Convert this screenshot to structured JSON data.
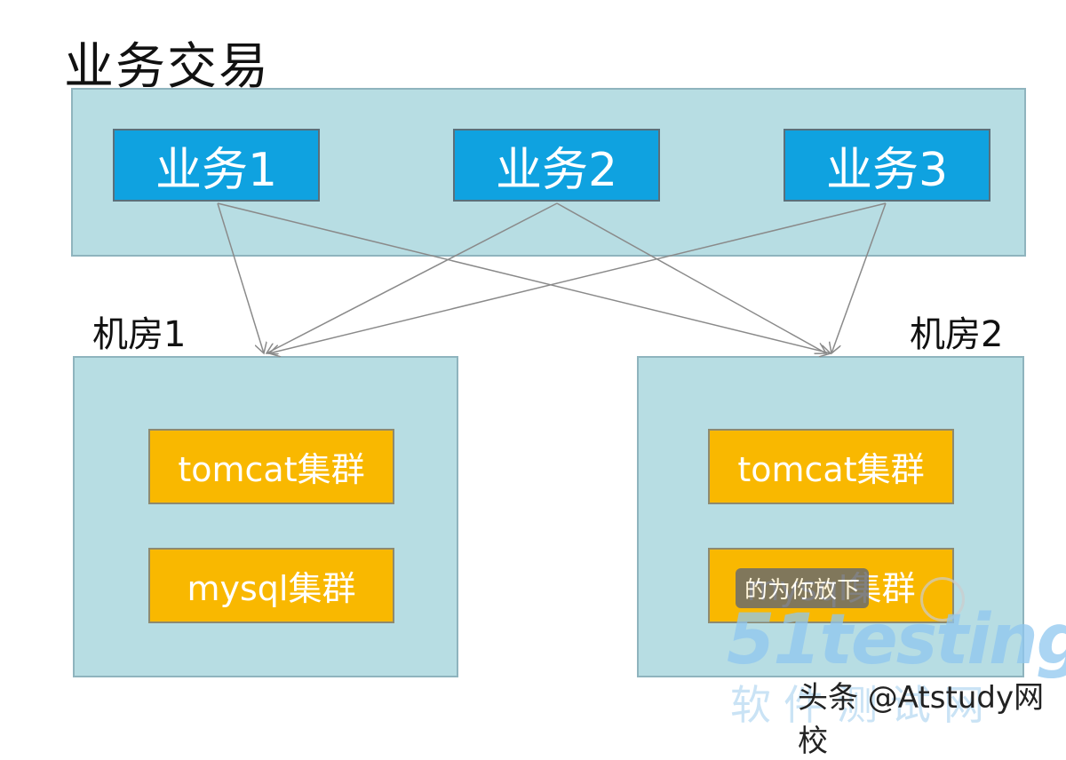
{
  "title": "业务交易",
  "businesses": [
    "业务1",
    "业务2",
    "业务3"
  ],
  "rooms": [
    {
      "label": "机房1",
      "clusters": [
        "tomcat集群",
        "mysql集群"
      ]
    },
    {
      "label": "机房2",
      "clusters": [
        "tomcat集群",
        "mysql集群"
      ]
    }
  ],
  "watermark": {
    "logo": "51testing",
    "subtitle": "软件测试网",
    "tag": "的为你放下"
  },
  "credit": "头条 @Atstudy网校",
  "colors": {
    "panel": "#b7dde3",
    "business": "#0fa2e0",
    "cluster": "#f9b800",
    "arrow": "#8a8a8a"
  }
}
